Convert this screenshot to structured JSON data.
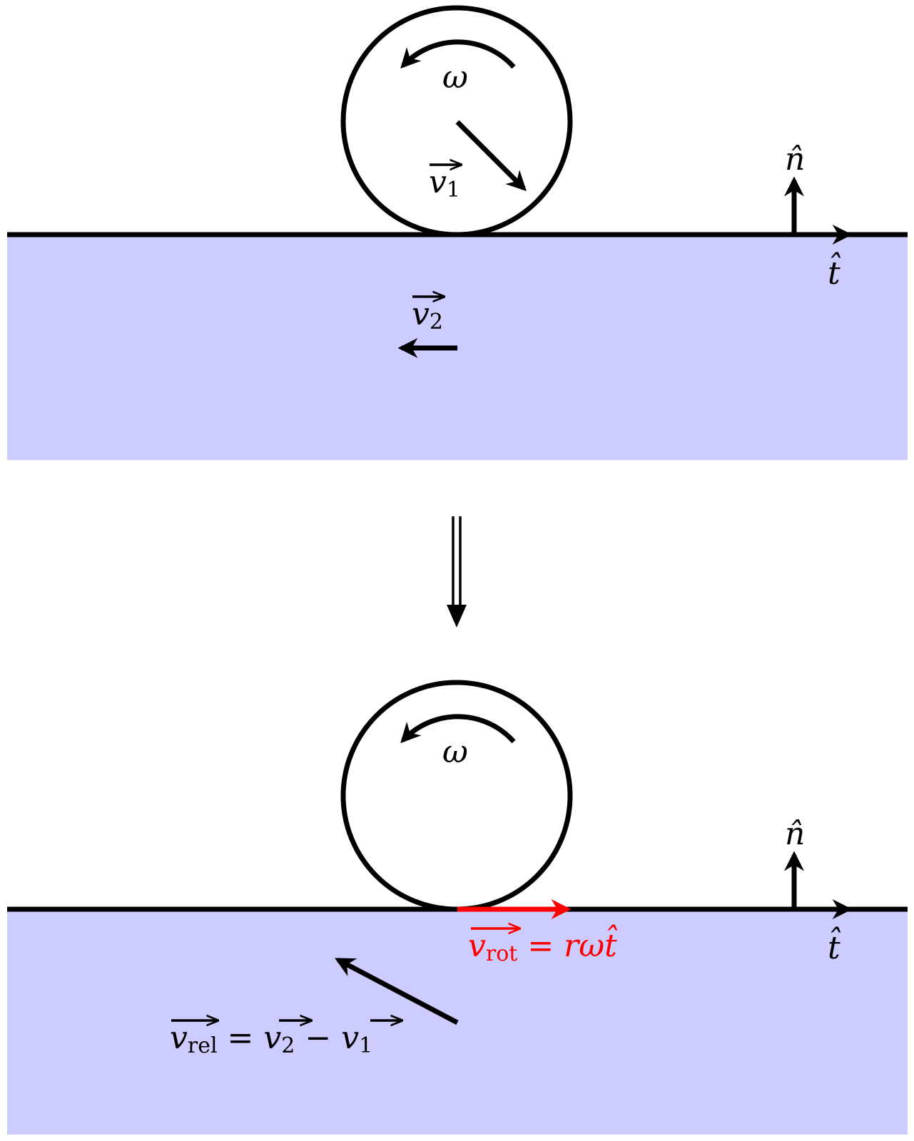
{
  "top_panel": {
    "omega_label": "ω",
    "v1_label": "v",
    "v1_sub": "1",
    "v2_label": "v",
    "v2_sub": "2",
    "n_label": "n̂",
    "t_label": "t̂"
  },
  "bottom_panel": {
    "omega_label": "ω",
    "vrot_main": "v",
    "vrot_sub": "rot",
    "vrot_rhs": " = rωt̂",
    "vrel_main": "v",
    "vrel_sub": "rel",
    "vrel_eq": " = ",
    "vrel_v2": "v",
    "vrel_v2_sub": "2",
    "vrel_minus": " − ",
    "vrel_v1": "v",
    "vrel_v1_sub": "1",
    "n_label": "n̂",
    "t_label": "t̂"
  },
  "colors": {
    "surface_fill": "#ccccff",
    "rotation_vector": "#ff0000",
    "ink": "#000000"
  }
}
